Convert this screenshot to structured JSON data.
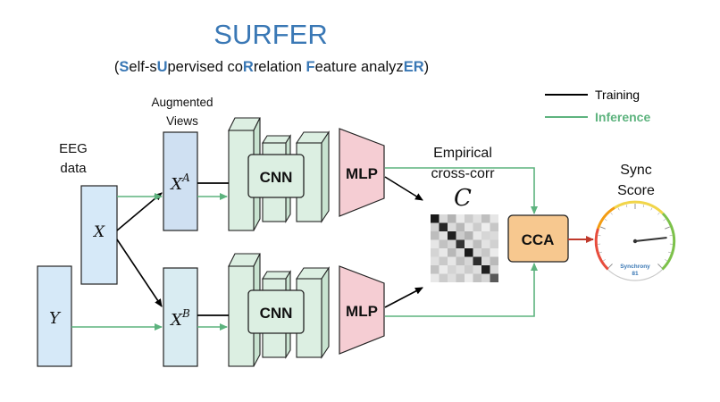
{
  "title": "SURFER",
  "subtitle": {
    "open": "(",
    "parts": [
      {
        "text": "S",
        "hl": true
      },
      {
        "text": "elf-s",
        "hl": false
      },
      {
        "text": "U",
        "hl": true
      },
      {
        "text": "pervised co",
        "hl": false
      },
      {
        "text": "R",
        "hl": true
      },
      {
        "text": "relation ",
        "hl": false
      },
      {
        "text": "F",
        "hl": true
      },
      {
        "text": "eature analyz",
        "hl": false
      },
      {
        "text": "ER",
        "hl": true
      }
    ],
    "close": ")"
  },
  "legend": {
    "training": "Training",
    "inference": "Inference"
  },
  "labels": {
    "augmented_line1": "Augmented",
    "augmented_line2": "Views",
    "eeg_line1": "EEG",
    "eeg_line2": "data",
    "empirical_line1": "Empirical",
    "empirical_line2": "cross-corr",
    "corr_symbol": "C",
    "sync_line1": "Sync",
    "sync_line2": "Score"
  },
  "nodes": {
    "x": "X",
    "y": "Y",
    "xa_base": "X",
    "xa_sup": "A",
    "xb_base": "X",
    "xb_sup": "B",
    "cnn_top": "CNN",
    "cnn_bottom": "CNN",
    "mlp_top": "MLP",
    "mlp_bottom": "MLP",
    "cca": "CCA"
  },
  "gauge": {
    "label": "Synchrony",
    "value_text": "81",
    "value": 81,
    "max": 100
  },
  "colors": {
    "title": "#3a78b5",
    "training": "#000000",
    "inference": "#5db37e",
    "input_box": "#d6e9f8",
    "aug_box": "#cfe0f2",
    "aug_box_b": "#d9ecf2",
    "cnn": "#dcefe2",
    "mlp": "#f5cdd3",
    "cca": "#f7c88f"
  }
}
